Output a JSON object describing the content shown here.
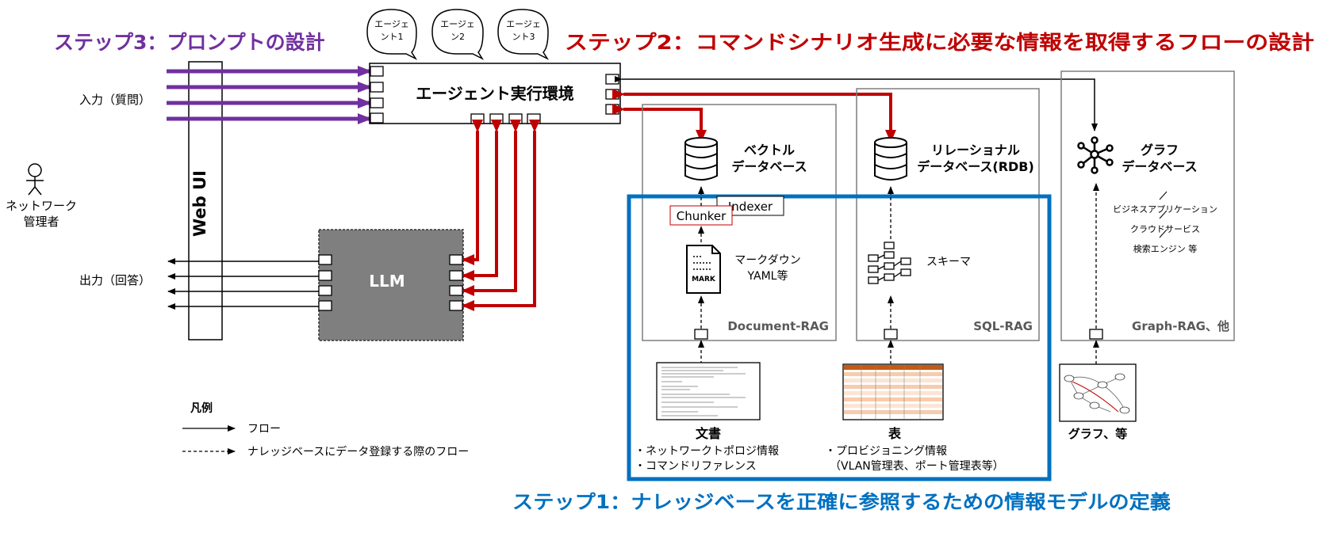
{
  "steps": {
    "step3": "ステップ3：プロンプトの設計",
    "step2": "ステップ2：コマンドシナリオ生成に必要な情報を取得するフローの設計",
    "step1": "ステップ1：ナレッジベースを正確に参照するための情報モデルの定義"
  },
  "agents": {
    "agent1": [
      "エージェ",
      "ント1"
    ],
    "agent2": [
      "エージェ",
      "ン2"
    ],
    "agent3": [
      "エージェ",
      "ント3"
    ]
  },
  "agent_env": "エージェント実行環境",
  "input_label": "入力（質問）",
  "output_label": "出力（回答）",
  "webui": "Web UI",
  "admin": [
    "ネットワーク",
    "管理者"
  ],
  "llm": "LLM",
  "vector_db": [
    "ベクトル",
    "データベース"
  ],
  "rdb": [
    "リレーショナル",
    "データベース(RDB)"
  ],
  "graph_db": [
    "グラフ",
    "データベース"
  ],
  "chunker": "Chunker",
  "indexer": "Indexer",
  "mark_icon_label": "MARK",
  "markdown": [
    "マークダウン",
    "YAML等"
  ],
  "schema": "スキーマ",
  "graph_sources": [
    "ビジネスアプリケーション",
    "クラウドサービス",
    "検索エンジン 等"
  ],
  "rag_labels": {
    "doc": "Document-RAG",
    "sql": "SQL-RAG",
    "graph": "Graph-RAG、他"
  },
  "sources": {
    "doc_title": "文書",
    "doc_items": [
      "・ネットワークトポロジ情報",
      "・コマンドリファレンス"
    ],
    "table_title": "表",
    "table_items": [
      "・プロビジョニング情報",
      "（VLAN管理表、ポート管理表等）"
    ],
    "graph_title": "グラフ、等"
  },
  "legend": {
    "title": "凡例",
    "flow": "フロー",
    "kb_flow": "ナレッジベースにデータ登録する際のフロー"
  },
  "colors": {
    "purple": "#7030a0",
    "red": "#c00000",
    "blue": "#0070c0",
    "llm_gray": "#7f7f7f"
  }
}
